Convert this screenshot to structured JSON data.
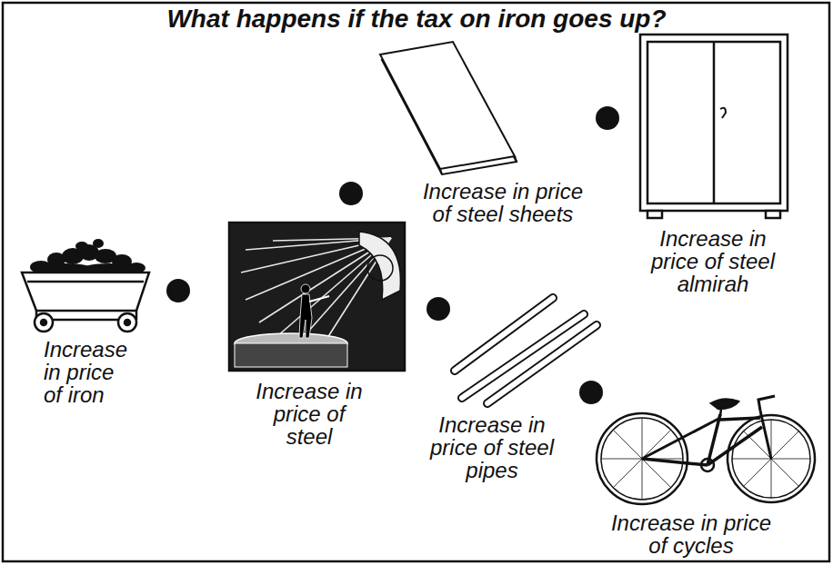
{
  "diagram": {
    "title": "What happens if the tax on iron goes up?",
    "labels": [
      "Increase in price of iron",
      "Increase in price of steel",
      "Increase in price of steel sheets",
      "Increase in price of steel almirah",
      "Increase in price of steel pipes",
      "Increase in price of cycles"
    ]
  }
}
